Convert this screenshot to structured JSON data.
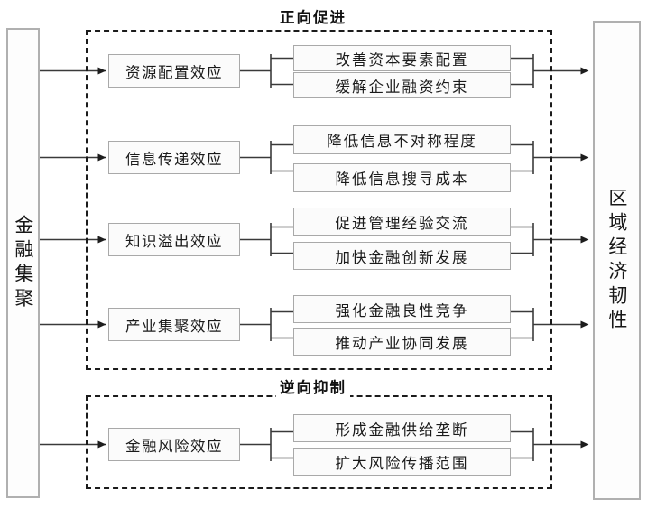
{
  "figure": {
    "type": "mechanism-flow-diagram",
    "colors": {
      "box_border": "#a9a9a9",
      "box_fill": "#fbfbfb",
      "line": "#3a3a3a",
      "dashed_region": "#1b1b1b",
      "text": "#171717"
    }
  },
  "source": {
    "label": "金融集聚"
  },
  "outcome": {
    "label": "区域经济韧性"
  },
  "regions": [
    {
      "id": "positive",
      "title": "正向促进"
    },
    {
      "id": "negative",
      "title": "逆向抑制"
    }
  ],
  "channels": [
    {
      "id": "resource-allocation",
      "region": "positive",
      "label": "资源配置效应",
      "mechanisms": [
        "改善资本要素配置",
        "缓解企业融资约束"
      ]
    },
    {
      "id": "information-transfer",
      "region": "positive",
      "label": "信息传递效应",
      "mechanisms": [
        "降低信息不对称程度",
        "降低信息搜寻成本"
      ]
    },
    {
      "id": "knowledge-spillover",
      "region": "positive",
      "label": "知识溢出效应",
      "mechanisms": [
        "促进管理经验交流",
        "加快金融创新发展"
      ]
    },
    {
      "id": "industry-agglomeration",
      "region": "positive",
      "label": "产业集聚效应",
      "mechanisms": [
        "强化金融良性竞争",
        "推动产业协同发展"
      ]
    },
    {
      "id": "financial-risk",
      "region": "negative",
      "label": "金融风险效应",
      "mechanisms": [
        "形成金融供给垄断",
        "扩大风险传播范围"
      ]
    }
  ]
}
